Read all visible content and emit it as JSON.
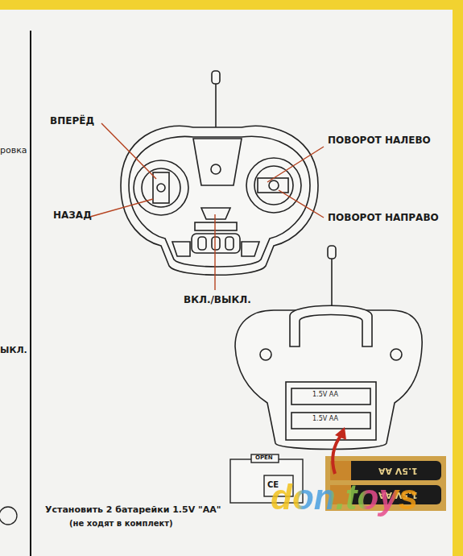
{
  "diagram": {
    "labels": [
      "ровка",
      "ВПЕРЁД",
      "НАЗАД",
      "ПОВОРОТ НАЛЕВО",
      "ПОВОРОТ НАПРАВО",
      "ВКЛ./ВЫКЛ.",
      "ЫКЛ.",
      "1.5V AA",
      "1.5V AA",
      "OPEN",
      "CE",
      "1.5V AA",
      "1.5V AA",
      "Установить 2 батарейки 1.5V \"AA\"",
      "(не ходят в комплект)",
      "don.toys"
    ]
  }
}
